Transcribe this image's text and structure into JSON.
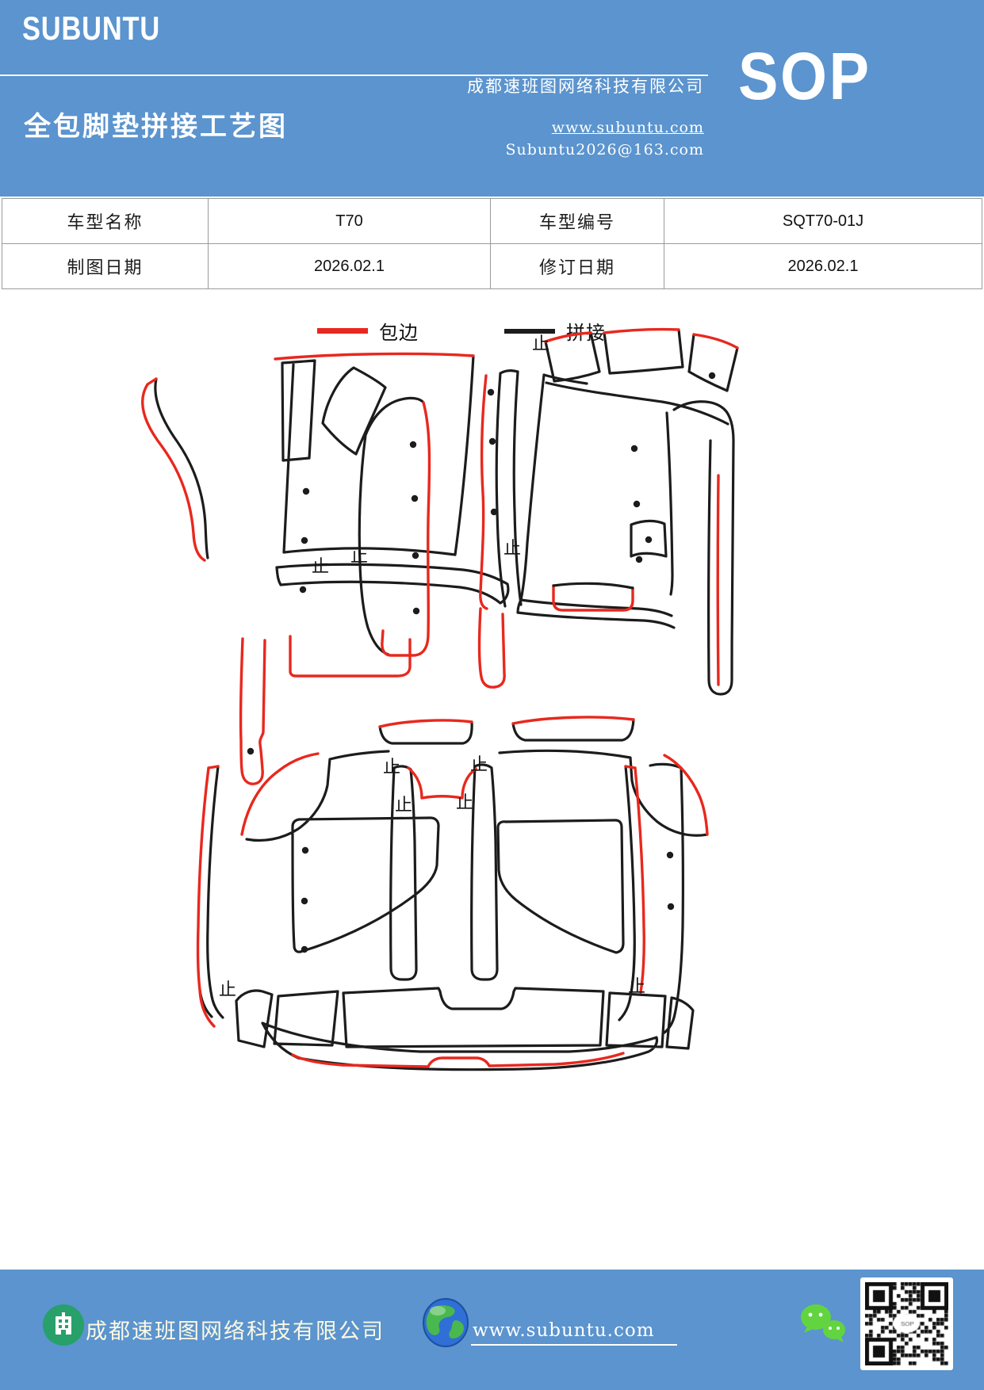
{
  "colors": {
    "primary_blue": "#5b94ce",
    "binding_red": "#e8281e",
    "splice_black": "#1c1c1c",
    "footer_text_yellow": "#fdf9e3"
  },
  "header": {
    "brand": "SUBUNTU",
    "title": "全包脚垫拼接工艺图",
    "company": "成都速班图网络科技有限公司",
    "website": "www.subuntu.com",
    "email": "Subuntu2026@163.com",
    "sop_label": "SOP"
  },
  "info_table": {
    "rows": [
      {
        "cells": [
          "车型名称",
          "T70",
          "车型编号",
          "SQT70-01J"
        ]
      },
      {
        "cells": [
          "制图日期",
          "2026.02.1",
          "修订日期",
          "2026.02.1"
        ]
      }
    ]
  },
  "legend": {
    "items": [
      {
        "label": "包边",
        "color": "#e8281e"
      },
      {
        "label": "拼接",
        "color": "#1c1c1c"
      }
    ]
  },
  "diagram": {
    "stop_marker": "止"
  },
  "footer": {
    "company": "成都速班图网络科技有限公司",
    "website": "www.subuntu.com",
    "icons": [
      "building-icon",
      "globe-icon",
      "wechat-icon",
      "qr-code"
    ]
  }
}
